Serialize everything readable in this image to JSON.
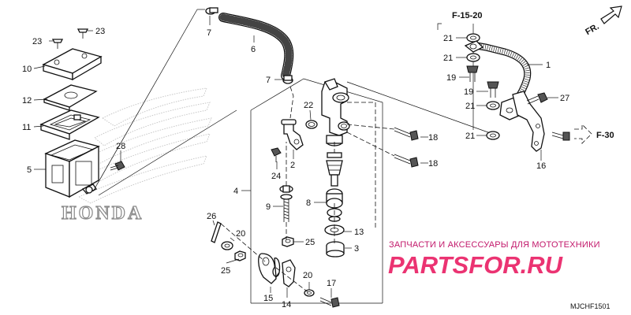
{
  "callouts": [
    {
      "id": "c23a",
      "text": "23"
    },
    {
      "id": "c23b",
      "text": "23"
    },
    {
      "id": "c10",
      "text": "10"
    },
    {
      "id": "c12",
      "text": "12"
    },
    {
      "id": "c11",
      "text": "11"
    },
    {
      "id": "c5",
      "text": "5"
    },
    {
      "id": "c28",
      "text": "28"
    },
    {
      "id": "c7a",
      "text": "7"
    },
    {
      "id": "c6",
      "text": "6"
    },
    {
      "id": "c7b",
      "text": "7"
    },
    {
      "id": "c22",
      "text": "22"
    },
    {
      "id": "c2",
      "text": "2"
    },
    {
      "id": "c24",
      "text": "24"
    },
    {
      "id": "c4",
      "text": "4"
    },
    {
      "id": "c9",
      "text": "9"
    },
    {
      "id": "c8",
      "text": "8"
    },
    {
      "id": "c18a",
      "text": "18"
    },
    {
      "id": "c18b",
      "text": "18"
    },
    {
      "id": "c13",
      "text": "13"
    },
    {
      "id": "c3",
      "text": "3"
    },
    {
      "id": "c25a",
      "text": "25"
    },
    {
      "id": "c26",
      "text": "26"
    },
    {
      "id": "c20a",
      "text": "20"
    },
    {
      "id": "c25b",
      "text": "25"
    },
    {
      "id": "c15",
      "text": "15"
    },
    {
      "id": "c14",
      "text": "14"
    },
    {
      "id": "c20b",
      "text": "20"
    },
    {
      "id": "c17",
      "text": "17"
    },
    {
      "id": "c21a",
      "text": "21"
    },
    {
      "id": "c21b",
      "text": "21"
    },
    {
      "id": "c19a",
      "text": "19"
    },
    {
      "id": "c19b",
      "text": "19"
    },
    {
      "id": "c21c",
      "text": "21"
    },
    {
      "id": "c21d",
      "text": "21"
    },
    {
      "id": "c1",
      "text": "1"
    },
    {
      "id": "c27",
      "text": "27"
    },
    {
      "id": "c16",
      "text": "16"
    }
  ],
  "refs": {
    "f15_20": "F-15-20",
    "f30": "F-30",
    "fr": "FR."
  },
  "brand_watermark": "HONDA",
  "shop_watermark": {
    "tagline": "ЗАПЧАСТИ И АКСЕССУАРЫ ДЛЯ МОТОТЕХНИКИ",
    "logo": "PARTSFOR.RU"
  },
  "diagram_code": "MJCHF1501"
}
